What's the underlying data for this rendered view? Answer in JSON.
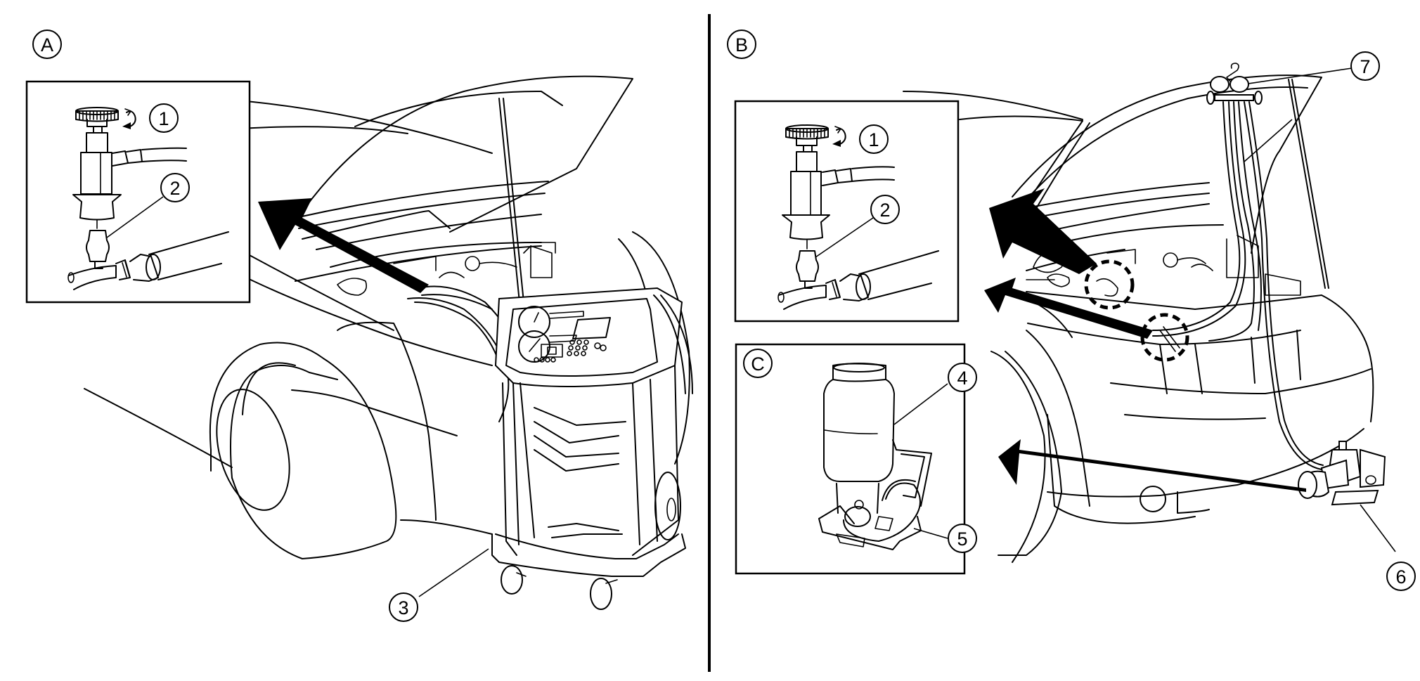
{
  "figure": {
    "description": "A/C refrigerant service procedure: service coupler connection, A/C service machine, recovery/recharge setup",
    "colors": {
      "ink": "#000000",
      "background": "#ffffff"
    }
  },
  "panels": [
    {
      "id": "A",
      "label": "A"
    },
    {
      "id": "B",
      "label": "B"
    },
    {
      "id": "C",
      "label": "C"
    }
  ],
  "callouts": [
    {
      "number": "1",
      "panel": "A",
      "part": "service-coupler-valve-knob"
    },
    {
      "number": "2",
      "panel": "A",
      "part": "service-valve"
    },
    {
      "number": "3",
      "panel": "A",
      "part": "ac-service-machine"
    },
    {
      "number": "1",
      "panel": "B",
      "part": "service-coupler-valve-knob"
    },
    {
      "number": "2",
      "panel": "B",
      "part": "service-valve"
    },
    {
      "number": "4",
      "panel": "C",
      "part": "refrigerant-container"
    },
    {
      "number": "5",
      "panel": "C",
      "part": "weight-scale"
    },
    {
      "number": "6",
      "panel": "B",
      "part": "vacuum-pump"
    },
    {
      "number": "7",
      "panel": "B",
      "part": "manifold-gauge-set"
    }
  ]
}
